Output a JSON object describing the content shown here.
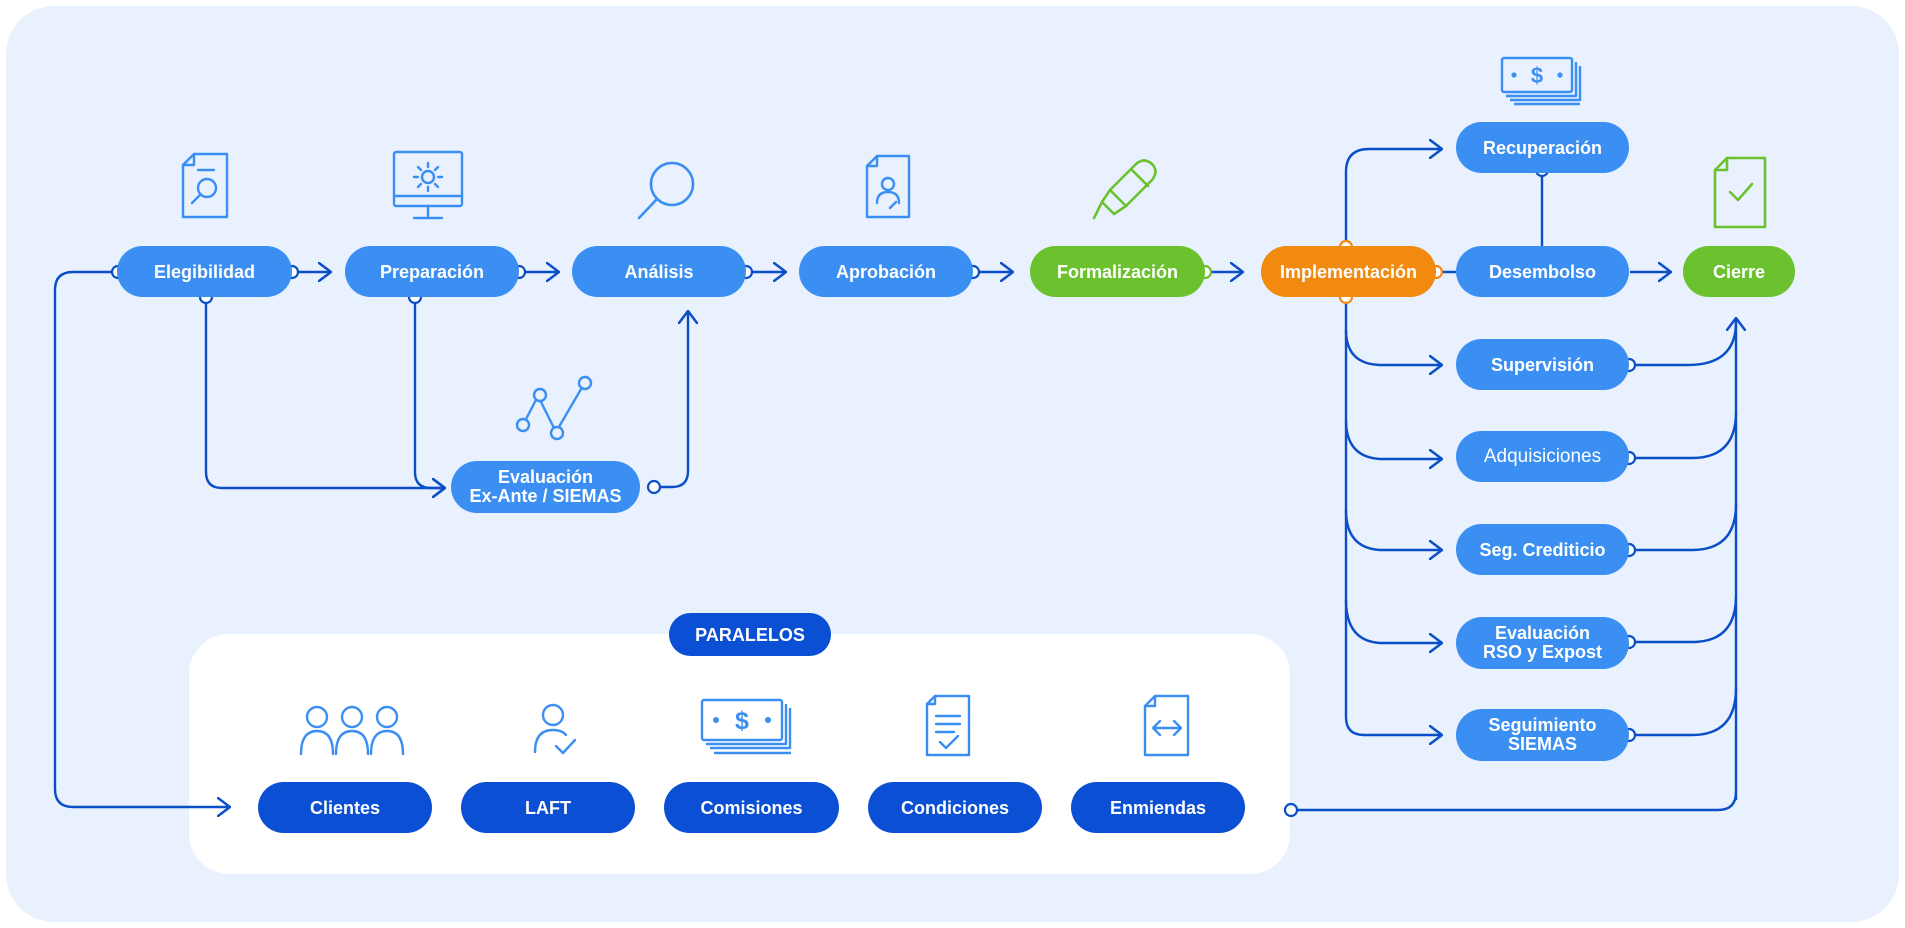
{
  "colors": {
    "background": "#e8f1fd",
    "primary_node": "#3b8ff3",
    "parallel_node": "#0a4fd4",
    "highlight_green": "#6cc12f",
    "highlight_orange": "#f28a10",
    "connector": "#0b4fc8"
  },
  "main_flow": {
    "elegibilidad": "Elegibilidad",
    "preparacion": "Preparación",
    "analisis": "Análisis",
    "aprobacion": "Aprobación",
    "formalizacion": "Formalización",
    "implementacion": "Implementación",
    "desembolso": "Desembolso",
    "cierre": "Cierre"
  },
  "evaluacion_exante": "Evaluación\nEx-Ante / SIEMAS",
  "implementation_branches": {
    "recuperacion": "Recuperación",
    "supervision": "Supervisión",
    "adquisiciones": "Adquisiciones",
    "seg_crediticio": "Seg. Crediticio",
    "evaluacion_rso": "Evaluación\nRSO y Expost",
    "seguimiento_siemas": "Seguimiento\nSIEMAS"
  },
  "paralelos": {
    "title": "PARALELOS",
    "items": [
      "Clientes",
      "LAFT",
      "Comisiones",
      "Condiciones",
      "Enmiendas"
    ]
  },
  "icons": {
    "elegibilidad": "document-search-icon",
    "preparacion": "monitor-gear-icon",
    "analisis": "magnifier-icon",
    "aprobacion": "document-person-icon",
    "formalizacion": "pen-icon",
    "recuperacion": "money-stack-icon",
    "cierre": "document-check-icon",
    "evaluacion": "line-graph-icon",
    "clientes": "people-group-icon",
    "laft": "person-check-icon",
    "comisiones": "money-stack-icon",
    "condiciones": "checklist-document-icon",
    "enmiendas": "document-exchange-icon"
  }
}
